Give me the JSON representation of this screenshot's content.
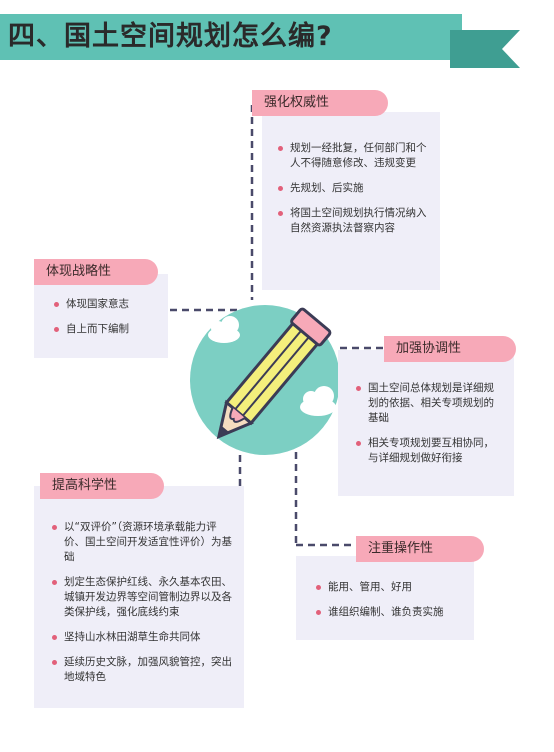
{
  "title": "四、国土空间规划怎么编?",
  "sections": {
    "authority": {
      "tag": "强化权威性",
      "items": [
        "规划一经批复，任何部门和个人不得随意修改、违规变更",
        "先规划、后实施",
        "将国土空间规划执行情况纳入自然资源执法督察内容"
      ]
    },
    "strategy": {
      "tag": "体现战略性",
      "items": [
        "体现国家意志",
        "自上而下编制"
      ]
    },
    "coordination": {
      "tag": "加强协调性",
      "items": [
        "国土空间总体规划是详细规划的依据、相关专项规划的基础",
        "相关专项规划要互相协同，与详细规划做好衔接"
      ]
    },
    "science": {
      "tag": "提高科学性",
      "items": [
        "以“双评价”（资源环境承载能力评价、国土空间开发适宜性评价）为基础",
        "划定生态保护红线、永久基本农田、城镇开发边界等空间管制边界以及各类保护线，强化底线约束",
        "坚持山水林田湖草生命共同体",
        "延续历史文脉，加强风貌管控，突出地域特色"
      ]
    },
    "operability": {
      "tag": "注重操作性",
      "items": [
        "能用、管用、好用",
        "谁组织编制、谁负责实施"
      ]
    }
  },
  "colors": {
    "banner": "#5fc1b4",
    "tag": "#f7a9b8",
    "bullet": "#e2607a",
    "box": "#efeef8",
    "circle": "#7ccfc3",
    "line": "#4a4a6a"
  }
}
